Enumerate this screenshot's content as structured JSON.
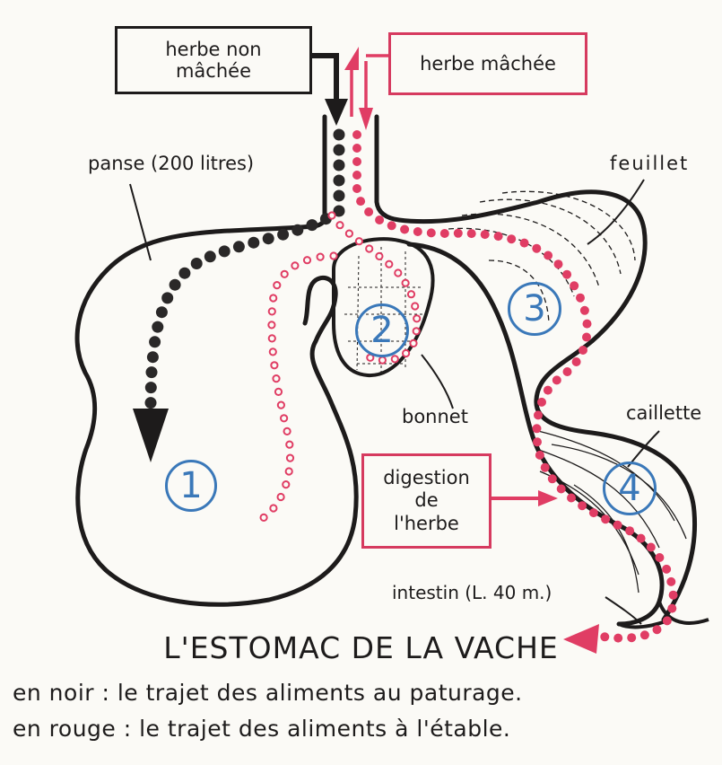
{
  "boxes": {
    "unchewed": "herbe non\nmâchée",
    "chewed": "herbe mâchée",
    "digestion": "digestion\nde\nl'herbe"
  },
  "labels": {
    "panse": "panse (200 litres)",
    "feuillet": "feuillet",
    "bonnet": "bonnet",
    "caillette": "caillette",
    "intestin": "intestin (L. 40 m.)"
  },
  "numbers": [
    "1",
    "2",
    "3",
    "4"
  ],
  "title": "L'ESTOMAC DE LA VACHE",
  "legend": {
    "black": "en noir : le trajet des aliments au paturage.",
    "red": "en rouge : le trajet des aliments à l'étable."
  },
  "colors": {
    "ink": "#1d1b1b",
    "path_black": "#2a2828",
    "path_red": "#e03d64",
    "number_blue": "#3a78b9",
    "paper": "#fbfaf6"
  }
}
